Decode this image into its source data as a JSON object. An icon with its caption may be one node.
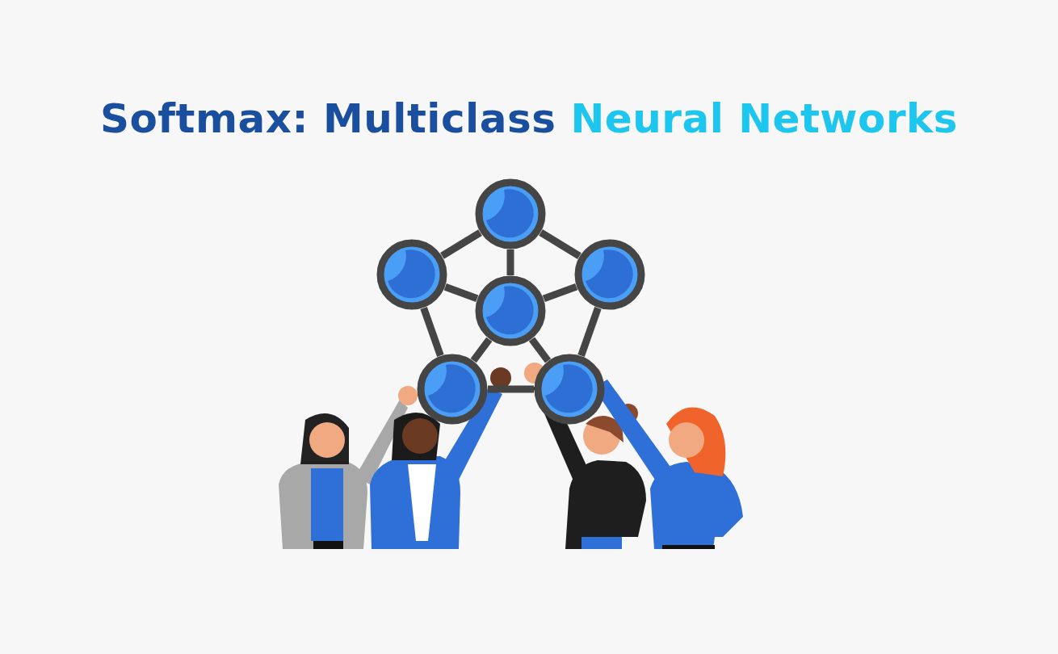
{
  "diagram": {
    "title": "Softmax: Multiclass *Neural Networks*",
    "nodes": [
      {
        "text": [],
        "shape": "circle"
      },
      {
        "text": [],
        "shape": "circle"
      },
      {
        "text": [],
        "shape": "circle"
      },
      {
        "text": [],
        "shape": "circle"
      },
      {
        "text": [],
        "shape": "circle"
      },
      {
        "text": [],
        "shape": "circle"
      }
    ],
    "edges": [
      {
        "from": 0,
        "to": 1,
        "arrow": "none"
      },
      {
        "from": 0,
        "to": 2,
        "arrow": "none"
      },
      {
        "from": 0,
        "to": 3,
        "arrow": "none"
      },
      {
        "from": 1,
        "to": 3,
        "arrow": "none"
      },
      {
        "from": 2,
        "to": 3,
        "arrow": "none"
      },
      {
        "from": 1,
        "to": 4,
        "arrow": "none"
      },
      {
        "from": 2,
        "to": 5,
        "arrow": "none"
      },
      {
        "from": 3,
        "to": 4,
        "arrow": "none"
      },
      {
        "from": 3,
        "to": 5,
        "arrow": "none"
      },
      {
        "from": 4,
        "to": 5,
        "arrow": "none"
      }
    ]
  }
}
